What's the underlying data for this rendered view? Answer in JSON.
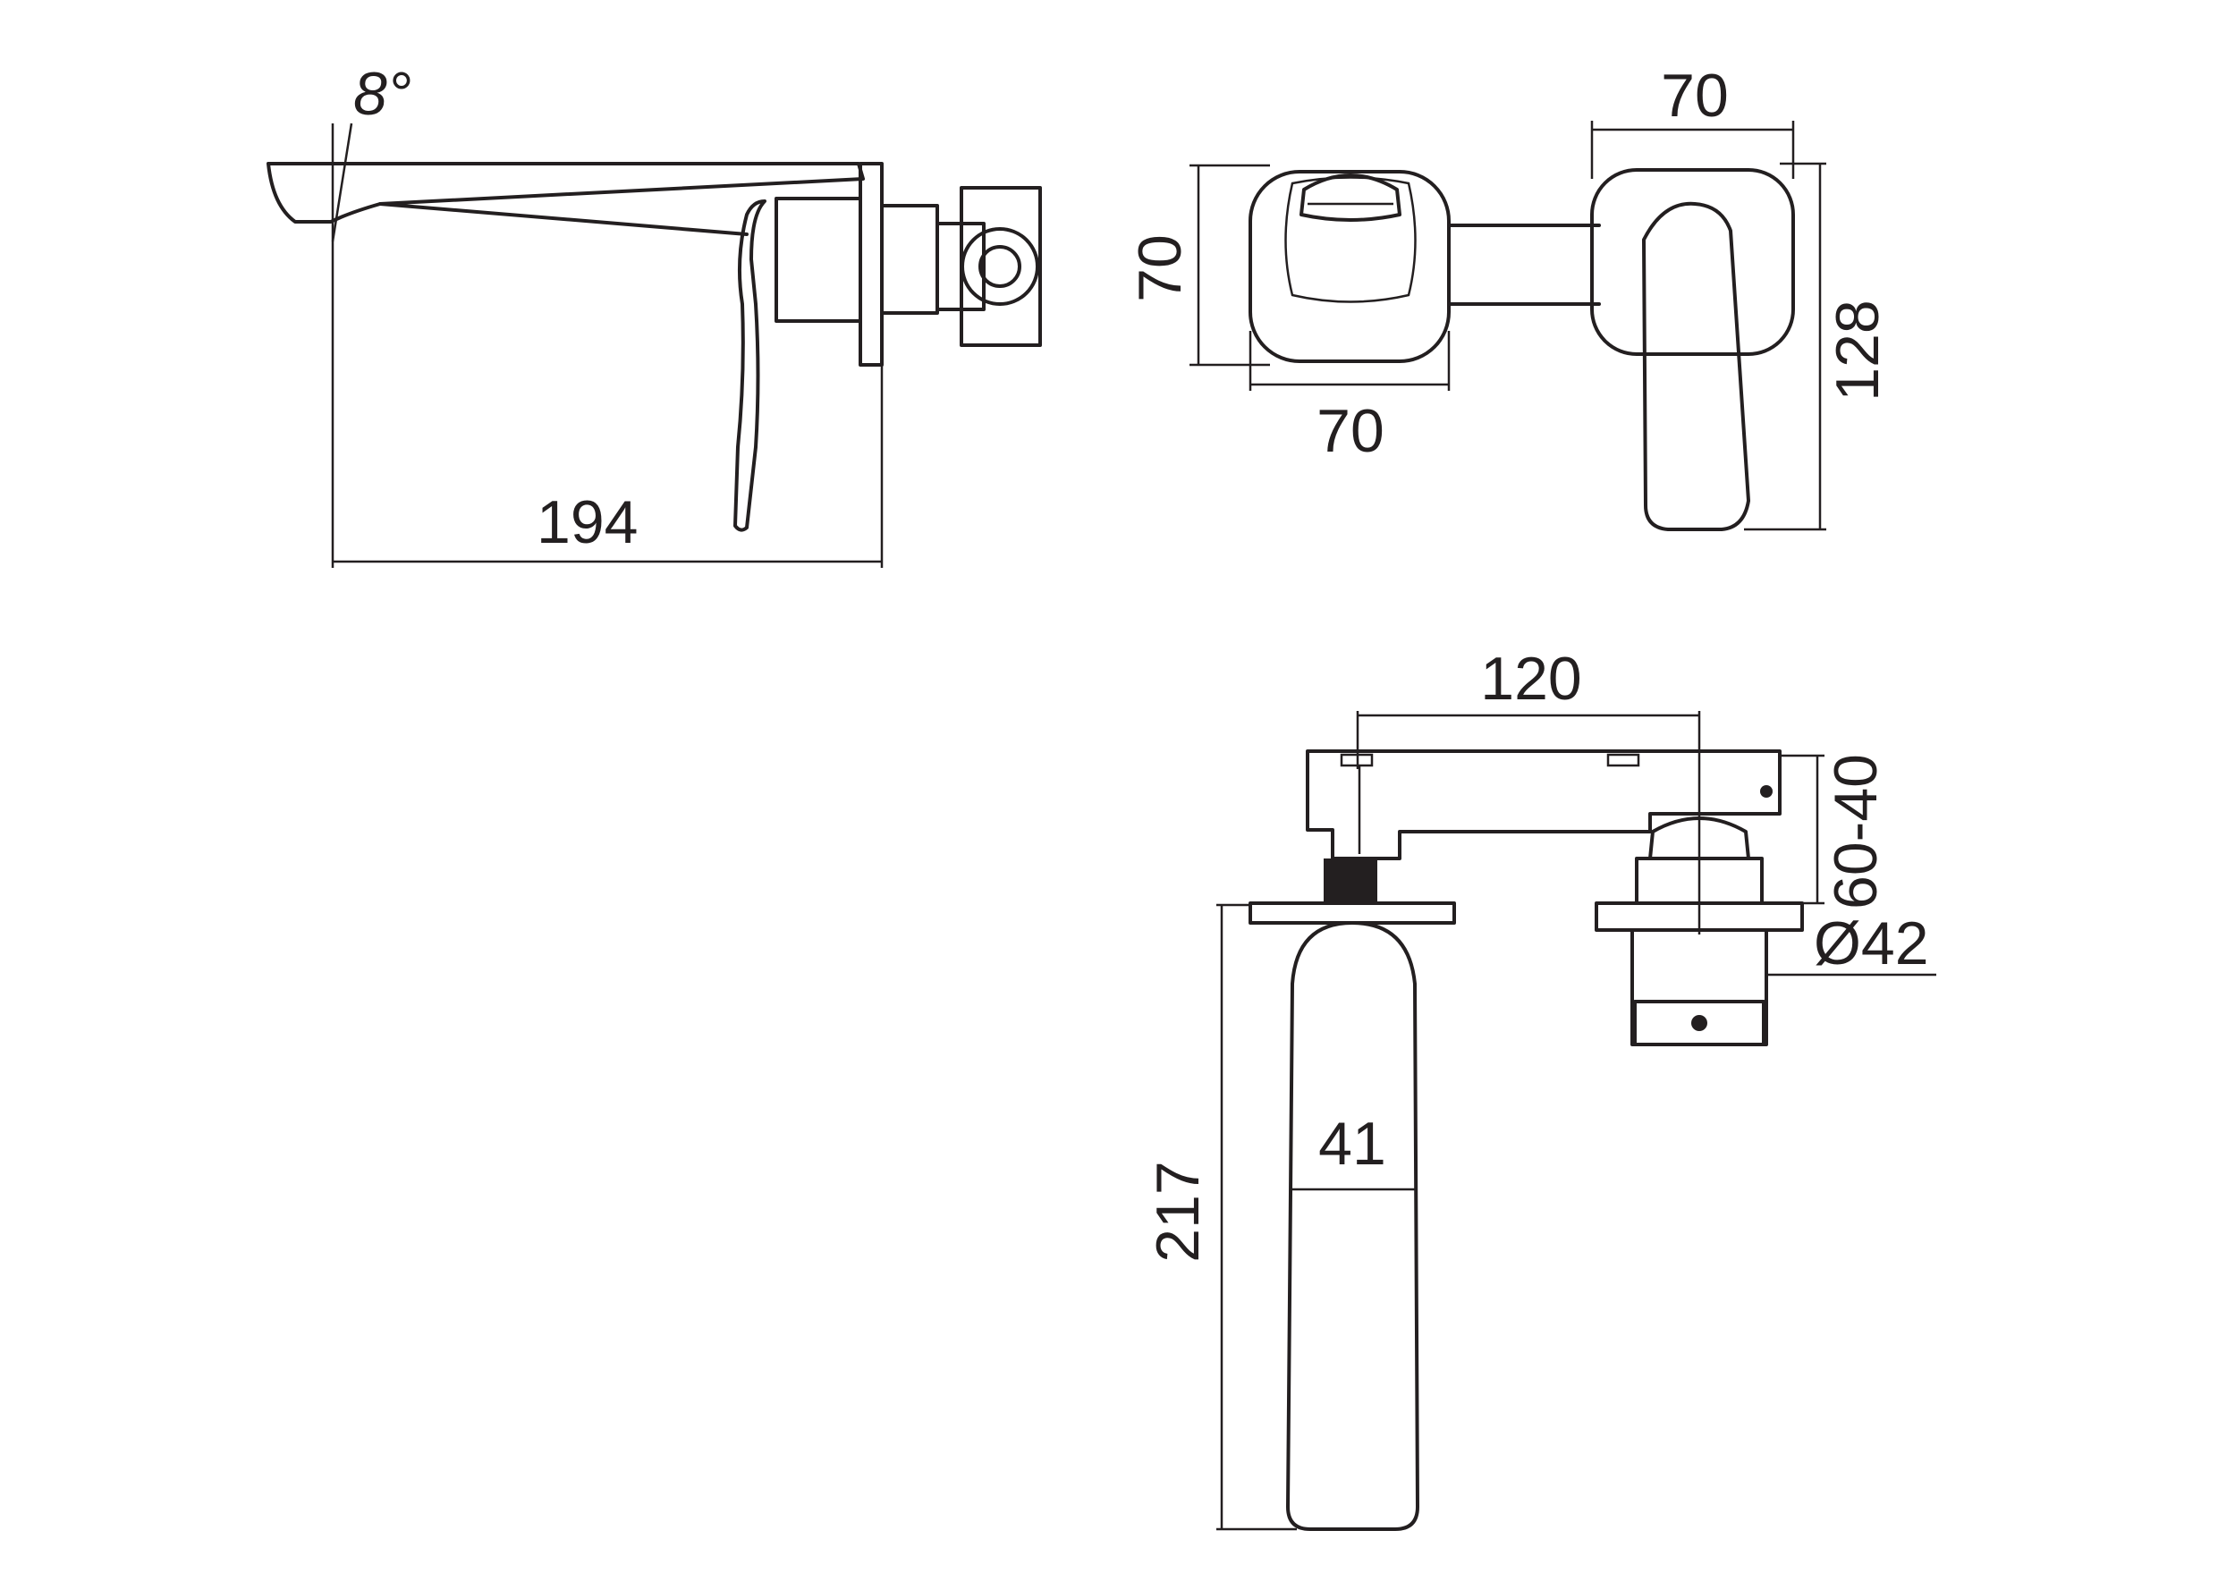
{
  "drawing": {
    "side_view": {
      "angle_label": "8°",
      "length_label": "194"
    },
    "front_view": {
      "plate_height_label": "70",
      "plate_width_label": "70",
      "lever_width_label": "70",
      "lever_height_label": "128"
    },
    "top_view": {
      "offset_label": "120",
      "depth_range_label": "60-40",
      "diameter_label": "Ø42",
      "spout_width_label": "41",
      "spout_length_label": "217"
    }
  }
}
